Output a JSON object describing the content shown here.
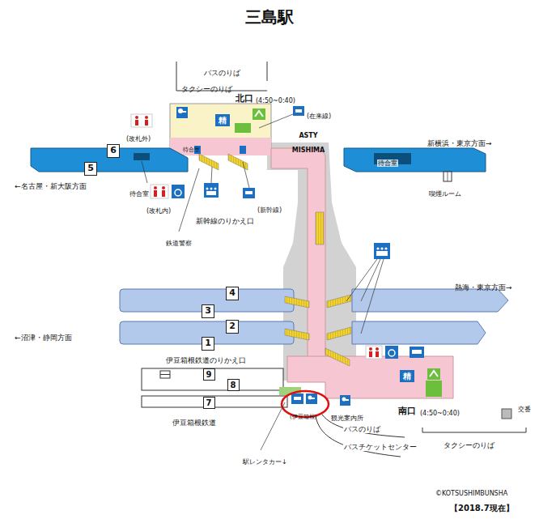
{
  "diagram": {
    "title": "三島駅",
    "nodes": [
      {
        "text": [
          "精"
        ]
      },
      {
        "text": [
          "6"
        ]
      },
      {
        "text": [
          "5"
        ]
      },
      {
        "text": [
          "4"
        ]
      },
      {
        "text": [
          "3"
        ]
      },
      {
        "text": [
          "2"
        ]
      },
      {
        "text": [
          "1"
        ]
      },
      {
        "text": [
          "9"
        ]
      },
      {
        "text": [
          "8"
        ]
      },
      {
        "text": [
          "7"
        ]
      },
      {
        "text": [
          "精"
        ]
      }
    ],
    "labels": [
      "バスのりば",
      "タクシーのりば",
      "北口",
      "(4:50~0:40)",
      "(在来線)",
      "(改札外)",
      "ASTY MISHIMA",
      "待合室",
      "新横浜・東京方面→",
      "待合室",
      "←名古屋・新大阪方面",
      "待合室",
      "喫煙ルーム",
      "(改札内)",
      "(新幹線)",
      "新幹線のりかえ口",
      "鉄道警察",
      "熱海・東京方面→",
      "←沼津・静岡方面",
      "伊豆箱根鉄道のりかえ口",
      "伊豆箱根鉄道",
      "(伊豆箱根)",
      "観光案内所",
      "南口",
      "(4:50~0:40)",
      "交番",
      "バスのりば",
      "バスチケットセンター",
      "タクシーのりば",
      "駅レンタカー↓",
      "©KOTSUSHIMBUNSHA",
      "【2018.7現在】"
    ]
  }
}
